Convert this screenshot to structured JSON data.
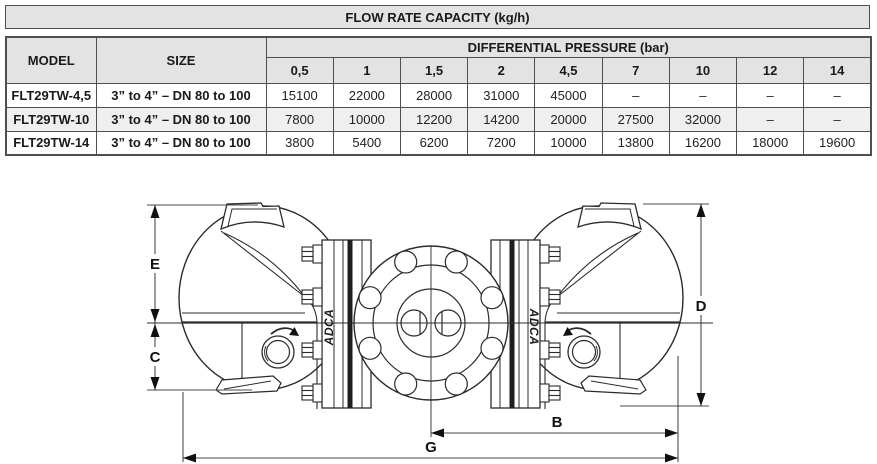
{
  "title_bar": {
    "title": "FLOW RATE CAPACITY (kg/h)"
  },
  "table": {
    "headers": {
      "model": "MODEL",
      "size": "SIZE",
      "dp": "DIFFERENTIAL PRESSURE (bar)"
    },
    "pressure_columns": [
      "0,5",
      "1",
      "1,5",
      "2",
      "4,5",
      "7",
      "10",
      "12",
      "14"
    ],
    "rows": [
      {
        "model": "FLT29TW-4,5",
        "size": "3” to 4” – DN 80 to 100",
        "values": [
          "15100",
          "22000",
          "28000",
          "31000",
          "45000",
          "–",
          "–",
          "–",
          "–"
        ]
      },
      {
        "model": "FLT29TW-10",
        "size": "3” to 4” – DN 80 to 100",
        "values": [
          "7800",
          "10000",
          "12200",
          "14200",
          "20000",
          "27500",
          "32000",
          "–",
          "–"
        ]
      },
      {
        "model": "FLT29TW-14",
        "size": "3” to 4” – DN 80 to 100",
        "values": [
          "3800",
          "5400",
          "6200",
          "7200",
          "10000",
          "13800",
          "16200",
          "18000",
          "19600"
        ]
      }
    ]
  },
  "chart_data": {
    "type": "table",
    "title": "FLOW RATE CAPACITY (kg/h)",
    "xlabel": "DIFFERENTIAL PRESSURE (bar)",
    "categories": [
      0.5,
      1,
      1.5,
      2,
      4.5,
      7,
      10,
      12,
      14
    ],
    "series": [
      {
        "name": "FLT29TW-4,5",
        "values": [
          15100,
          22000,
          28000,
          31000,
          45000,
          null,
          null,
          null,
          null
        ]
      },
      {
        "name": "FLT29TW-10",
        "values": [
          7800,
          10000,
          12200,
          14200,
          20000,
          27500,
          32000,
          null,
          null
        ]
      },
      {
        "name": "FLT29TW-14",
        "values": [
          3800,
          5400,
          6200,
          7200,
          10000,
          13800,
          16200,
          18000,
          19600
        ]
      }
    ]
  },
  "drawing": {
    "brand": "ADCA",
    "dimensions": {
      "E": "E",
      "C": "C",
      "D": "D",
      "B": "B",
      "G": "G"
    }
  },
  "colors": {
    "header_bg": "#e3e3e3",
    "table_border": "#4f4f4f",
    "line": "#2b2b2b"
  }
}
